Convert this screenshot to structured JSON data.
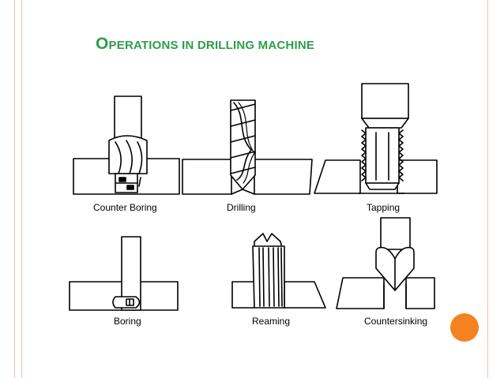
{
  "slide": {
    "title_first": "O",
    "title_rest": "perations in drilling machine"
  },
  "operations": [
    {
      "id": "counter-boring",
      "label": "Counter Boring"
    },
    {
      "id": "drilling",
      "label": "Drilling"
    },
    {
      "id": "tapping",
      "label": "Tapping"
    },
    {
      "id": "boring",
      "label": "Boring"
    },
    {
      "id": "reaming",
      "label": "Reaming"
    },
    {
      "id": "countersinking",
      "label": "Countersinking"
    }
  ],
  "colors": {
    "title": "#2e9e48",
    "rule_lines": "#f4c2ad",
    "accent_dot": "#f58220",
    "ink": "#000000"
  }
}
